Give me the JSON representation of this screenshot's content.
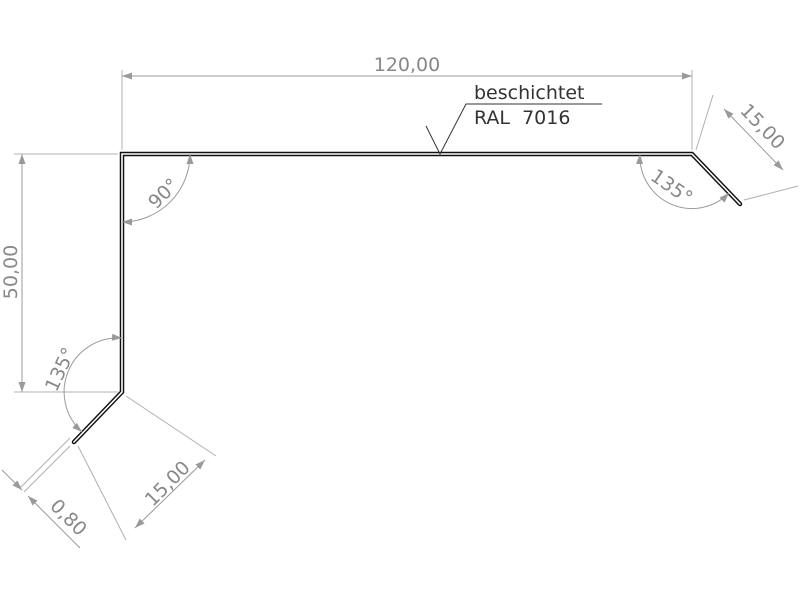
{
  "drawing": {
    "dimensions": {
      "width_top": "120,00",
      "height_left": "50,00",
      "flange_right": "15,00",
      "flange_bottom": "15,00",
      "thickness": "0,80"
    },
    "angles": {
      "top_left": "90°",
      "top_right": "135°",
      "bottom_left": "135°"
    },
    "surface_note": {
      "line1": "beschichtet",
      "line2": "RAL  7016"
    },
    "colors": {
      "profile": "#111111",
      "dimension": "#9a9a9a",
      "text": "#888888"
    }
  }
}
